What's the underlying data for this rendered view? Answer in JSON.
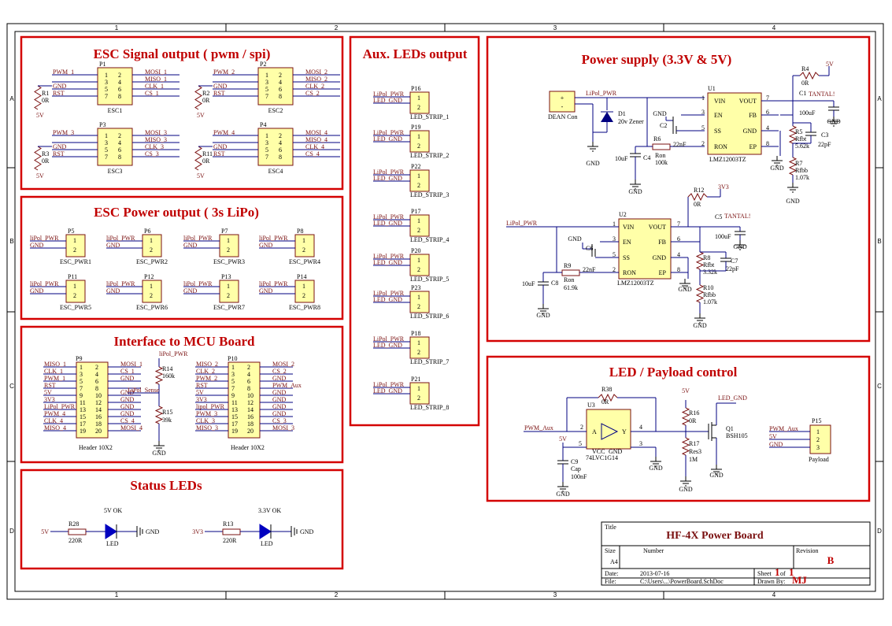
{
  "grid": {
    "cols": [
      "1",
      "2",
      "3",
      "4"
    ],
    "rows": [
      "A",
      "B",
      "C",
      "D"
    ]
  },
  "sections": {
    "esc_signal": "ESC Signal output ( pwm / spi)",
    "aux_leds": "Aux. LEDs output",
    "power_supply": "Power supply (3.3V & 5V)",
    "esc_power": "ESC Power output ( 3s LiPo)",
    "mcu_interface": "Interface to MCU Board",
    "led_payload": "LED / Payload control",
    "status_leds": "Status LEDs"
  },
  "esc_connectors": [
    {
      "ref": "P1",
      "name": "ESC1",
      "left": [
        "PWM_1",
        "",
        "GND",
        "RST"
      ],
      "right": [
        "MOSI_1",
        "MISO_1",
        "CLK_1",
        "CS_1"
      ],
      "pins": [
        "1",
        "2",
        "3",
        "4",
        "5",
        "6",
        "7",
        "8"
      ],
      "res": "R1",
      "rval": "0R",
      "pwr": "5V"
    },
    {
      "ref": "P2",
      "name": "ESC2",
      "left": [
        "PWM_2",
        "",
        "GND",
        "RST"
      ],
      "right": [
        "MOSI_2",
        "MISO_2",
        "CLK_2",
        "CS_2"
      ],
      "pins": [
        "1",
        "2",
        "3",
        "4",
        "5",
        "6",
        "7",
        "8"
      ],
      "res": "R2",
      "rval": "0R",
      "pwr": "5V"
    },
    {
      "ref": "P3",
      "name": "ESC3",
      "left": [
        "PWM_3",
        "",
        "GND",
        "RST"
      ],
      "right": [
        "MOSI_3",
        "MISO_3",
        "CLK_3",
        "CS_3"
      ],
      "pins": [
        "1",
        "2",
        "3",
        "4",
        "5",
        "6",
        "7",
        "8"
      ],
      "res": "R3",
      "rval": "0R",
      "pwr": "5V"
    },
    {
      "ref": "P4",
      "name": "ESC4",
      "left": [
        "PWM_4",
        "",
        "GND",
        "RST"
      ],
      "right": [
        "MOSI_4",
        "MISO_4",
        "CLK_4",
        "CS_4"
      ],
      "pins": [
        "1",
        "2",
        "3",
        "4",
        "5",
        "6",
        "7",
        "8"
      ],
      "res": "R11",
      "rval": "0R",
      "pwr": "5V"
    }
  ],
  "esc_power": [
    {
      "ref": "P5",
      "name": "ESC_PWR1",
      "n1": "liPol_PWR",
      "n2": "GND"
    },
    {
      "ref": "P6",
      "name": "ESC_PWR2",
      "n1": "liPol_PWR",
      "n2": "GND"
    },
    {
      "ref": "P7",
      "name": "ESC_PWR3",
      "n1": "liPol_PWR",
      "n2": "GND"
    },
    {
      "ref": "P8",
      "name": "ESC_PWR4",
      "n1": "liPol_PWR",
      "n2": "GND"
    },
    {
      "ref": "P11",
      "name": "ESC_PWR5",
      "n1": "liPol_PWR",
      "n2": "GND"
    },
    {
      "ref": "P12",
      "name": "ESC_PWR6",
      "n1": "liPol_PWR",
      "n2": "GND"
    },
    {
      "ref": "P13",
      "name": "ESC_PWR7",
      "n1": "liPol_PWR",
      "n2": "GND"
    },
    {
      "ref": "P14",
      "name": "ESC_PWR8",
      "n1": "liPol_PWR",
      "n2": "GND"
    }
  ],
  "led_strips": [
    {
      "ref": "P16",
      "name": "LED_STRIP_1",
      "n1": "LiPol_PWR",
      "n2": "LED_GND"
    },
    {
      "ref": "P19",
      "name": "LED_STRIP_2",
      "n1": "LiPol_PWR",
      "n2": "LED_GND"
    },
    {
      "ref": "P22",
      "name": "LED_STRIP_3",
      "n1": "LiPol_PWR",
      "n2": "LED_GND"
    },
    {
      "ref": "P17",
      "name": "LED_STRIP_4",
      "n1": "LiPol_PWR",
      "n2": "LED_GND"
    },
    {
      "ref": "P20",
      "name": "LED_STRIP_5",
      "n1": "LiPol_PWR",
      "n2": "LED_GND"
    },
    {
      "ref": "P23",
      "name": "LED_STRIP_6",
      "n1": "LiPol_PWR",
      "n2": "LED_GND"
    },
    {
      "ref": "P18",
      "name": "LED_STRIP_7",
      "n1": "LiPol_PWR",
      "n2": "LED_GND"
    },
    {
      "ref": "P21",
      "name": "LED_STRIP_8",
      "n1": "LiPol_PWR",
      "n2": "LED_GND"
    }
  ],
  "header_p9": {
    "ref": "P9",
    "name": "Header 10X2",
    "left": [
      "MISO_1",
      "CLK_1",
      "PWM_1",
      "RST",
      "5V",
      "3V3",
      "LiPol_PWR",
      "PWM_4",
      "CLK_4",
      "MISO_4"
    ],
    "right": [
      "MOSI_1",
      "CS_1",
      "GND",
      "",
      "GND",
      "GND",
      "GND",
      "GND",
      "CS_4",
      "MOSI_4"
    ],
    "pl": [
      "1",
      "3",
      "5",
      "7",
      "9",
      "11",
      "13",
      "15",
      "17",
      "19"
    ],
    "pr": [
      "2",
      "4",
      "6",
      "8",
      "10",
      "12",
      "14",
      "16",
      "18",
      "20"
    ]
  },
  "header_p10": {
    "ref": "P10",
    "name": "Header 10X2",
    "left": [
      "MISO_2",
      "CLK_2",
      "PWM_2",
      "RST",
      "5V",
      "3V3",
      "lipol_PWR",
      "PWM_3",
      "CLK_3",
      "MISO_3"
    ],
    "right": [
      "MOSI_2",
      "CS_2",
      "GND",
      "PWM_Aux",
      "GND",
      "GND",
      "GND",
      "GND",
      "CS_3",
      "MOSI_3"
    ],
    "pl": [
      "1",
      "3",
      "5",
      "7",
      "9",
      "11",
      "13",
      "15",
      "17",
      "19"
    ],
    "pr": [
      "2",
      "4",
      "6",
      "8",
      "10",
      "12",
      "14",
      "16",
      "18",
      "20"
    ]
  },
  "mcu_divider": {
    "net_top": "liPol_PWR",
    "r14": "R14",
    "r14v": "160k",
    "sense": "LiPol_Sense",
    "r15": "R15",
    "r15v": "39k",
    "gnd": "GND"
  },
  "ps": {
    "dean": "DEAN Con",
    "plus": "+",
    "minus": "-",
    "lipo": "LiPol_PWR",
    "d1": "D1",
    "d1v": "20v Zener",
    "gnd": "GND",
    "u1": "U1",
    "u1name": "LMZ12003TZ",
    "c2": "C2",
    "c2v": "22nF",
    "r6": "R6",
    "r6v": "Ron",
    "r6k": "100k",
    "c4": "C4",
    "c4v": "10uF",
    "r4": "R4",
    "r4v": "0R",
    "v5": "5V",
    "c1": "C1",
    "c1v": "100uF",
    "tantal": "TANTAL!",
    "r5": "R5",
    "r5v": "Rfbt",
    "r5k": "5.62k",
    "c3": "C3",
    "c3v": "22pF",
    "r7": "R7",
    "r7v": "Rfbb",
    "r7k": "1.07k",
    "upins": [
      "VIN",
      "EN",
      "SS",
      "RON",
      "VOUT",
      "FB",
      "GND",
      "EP"
    ],
    "unums": [
      "1",
      "3",
      "5",
      "2",
      "7",
      "6",
      "4",
      "8"
    ],
    "u2": "U2",
    "u2name": "LMZ12003TZ",
    "r12": "R12",
    "r12v": "0R",
    "v33": "3V3",
    "c5": "C5",
    "c5v": "100uF",
    "c6": "C6",
    "c6v": "22nF",
    "r9": "R9",
    "r9v": "Ron",
    "r9k": "61.9k",
    "c8": "C8",
    "c8v": "10uF",
    "r8": "R8",
    "r8v": "Rfbt",
    "r8k": "3.32k",
    "c7": "C7",
    "c7v": "22pF",
    "r10": "R10",
    "r10v": "Rfbb",
    "r10k": "1.07k"
  },
  "ledctl": {
    "r38": "R38",
    "r38v": "0R",
    "u3": "U3",
    "u3name": "74LVC1G14",
    "a": "A",
    "y": "Y",
    "vcc": "VCC",
    "gnd": "GND",
    "p2": "2",
    "p4": "4",
    "p5": "5",
    "p3": "3",
    "pwm": "PWM_Aux",
    "v5": "5V",
    "c9": "C9",
    "c9v": "Cap",
    "c9k": "100nF",
    "r16": "R16",
    "r16v": "0R",
    "r17": "R17",
    "r17v": "Res3",
    "r17k": "1M",
    "q1": "Q1",
    "q1v": "BSH105",
    "ledgnd": "LED_GND",
    "p15": "P15",
    "p15name": "Payload",
    "p15n": [
      "PWM_Aux",
      "5V",
      "GND"
    ],
    "p15p": [
      "1",
      "2",
      "3"
    ]
  },
  "status": {
    "v5": "5V",
    "r28": "R28",
    "r28v": "220R",
    "led1": "5V OK",
    "led": "LED",
    "gnd": "GND",
    "v33": "3V3",
    "r13": "R13",
    "r13v": "220R",
    "led2": "3.3V OK"
  },
  "title_block": {
    "title_lbl": "Title",
    "title": "HF-4X Power Board",
    "size_lbl": "Size",
    "size": "A4",
    "number_lbl": "Number",
    "rev_lbl": "Revision",
    "rev": "B",
    "date_lbl": "Date:",
    "date": "2013-07-16",
    "sheet_lbl": "Sheet",
    "sheet": "1",
    "of": "of",
    "sheet_tot": "1",
    "file_lbl": "File:",
    "file": "C:\\Users\\...\\PowerBoard.SchDoc",
    "drawn_lbl": "Drawn By:",
    "drawn": "MJ"
  },
  "colors": {
    "border": "#d40000",
    "wire": "#000080",
    "part": "#ffffa8",
    "text": "#7a1010",
    "title": "#c00000"
  }
}
